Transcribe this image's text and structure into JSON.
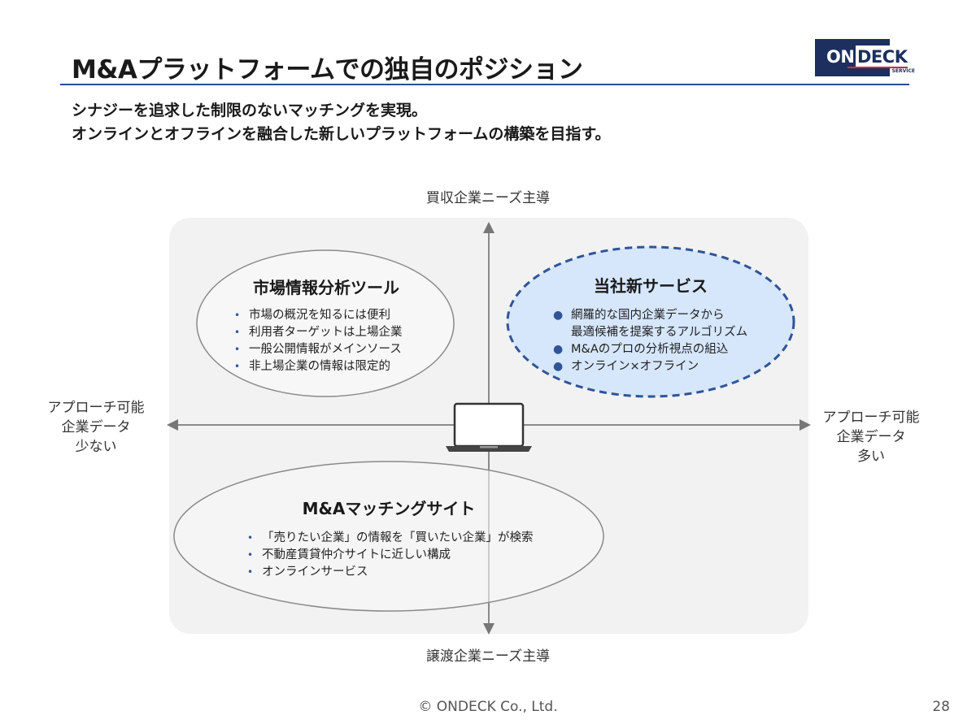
{
  "header": {
    "title": "M&Aプラットフォームでの独自のポジション",
    "logo_text_on": "ON",
    "logo_text_deck": "DECK",
    "logo_subtitle": "M&A ADVISORY SERVICE"
  },
  "lead": {
    "line1": "シナジーを追求した制限のないマッチングを実現。",
    "line2": "オンラインとオフラインを融合した新しいプラットフォームの構築を目指す。"
  },
  "axes": {
    "top": "買収企業ニーズ主導",
    "bottom": "譲渡企業ニーズ主導",
    "left": [
      "アプローチ可能",
      "企業データ",
      "少ない"
    ],
    "right": [
      "アプローチ可能",
      "企業データ",
      "多い"
    ]
  },
  "bubbles": {
    "market_tool": {
      "title": "市場情報分析ツール",
      "points": [
        "市場の概況を知るには便利",
        "利用者ターゲットは上場企業",
        "一般公開情報がメインソース",
        "非上場企業の情報は限定的"
      ]
    },
    "new_service": {
      "title": "当社新サービス",
      "points": [
        "網羅的な国内企業データから",
        "最適候補を提案するアルゴリズム",
        "M&Aのプロの分析視点の組込",
        "オンライン×オフライン"
      ],
      "accent": "#2f5597",
      "fill": "#d6e6fb"
    },
    "matching_site": {
      "title": "M&Aマッチングサイト",
      "points": [
        "「売りたい企業」の情報を「買いたい企業」が検索",
        "不動産賃貸仲介サイトに近しい構成",
        "オンラインサービス"
      ]
    }
  },
  "icons": {
    "center": "laptop-icon"
  },
  "footer": {
    "copyright": "© ONDECK Co., Ltd.",
    "page": "28"
  }
}
